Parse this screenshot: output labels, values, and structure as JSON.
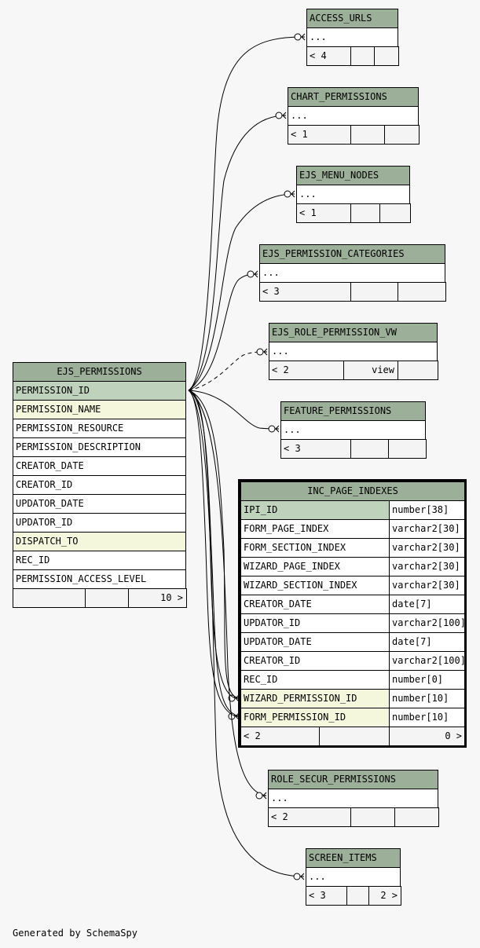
{
  "footer": "Generated by SchemaSpy",
  "tables": [
    {
      "id": "access-urls",
      "name": "ACCESS_URLS",
      "rows": [
        {
          "text": "...",
          "kind": "plain"
        }
      ],
      "footer": [
        "< 4",
        "",
        ""
      ]
    },
    {
      "id": "chart-permissions",
      "name": "CHART_PERMISSIONS",
      "rows": [
        {
          "text": "...",
          "kind": "plain"
        }
      ],
      "footer": [
        "< 1",
        "",
        ""
      ]
    },
    {
      "id": "ejs-menu-nodes",
      "name": "EJS_MENU_NODES",
      "rows": [
        {
          "text": "...",
          "kind": "plain"
        }
      ],
      "footer": [
        "< 1",
        "",
        ""
      ]
    },
    {
      "id": "ejs-permission-categories",
      "name": "EJS_PERMISSION_CATEGORIES",
      "rows": [
        {
          "text": "...",
          "kind": "plain"
        }
      ],
      "footer": [
        "< 3",
        "",
        ""
      ]
    },
    {
      "id": "ejs-role-permission-vw",
      "name": "EJS_ROLE_PERMISSION_VW",
      "rows": [
        {
          "text": "...",
          "kind": "plain"
        }
      ],
      "footer": [
        "< 2",
        "view",
        ""
      ]
    },
    {
      "id": "feature-permissions",
      "name": "FEATURE_PERMISSIONS",
      "rows": [
        {
          "text": "...",
          "kind": "plain"
        }
      ],
      "footer": [
        "< 3",
        "",
        ""
      ]
    },
    {
      "id": "ejs-permissions",
      "name": "EJS_PERMISSIONS",
      "rows": [
        {
          "text": "PERMISSION_ID",
          "kind": "pk"
        },
        {
          "text": "PERMISSION_NAME",
          "kind": "fk"
        },
        {
          "text": "PERMISSION_RESOURCE",
          "kind": "plain"
        },
        {
          "text": "PERMISSION_DESCRIPTION",
          "kind": "plain"
        },
        {
          "text": "CREATOR_DATE",
          "kind": "plain"
        },
        {
          "text": "CREATOR_ID",
          "kind": "plain"
        },
        {
          "text": "UPDATOR_DATE",
          "kind": "plain"
        },
        {
          "text": "UPDATOR_ID",
          "kind": "plain"
        },
        {
          "text": "DISPATCH_TO",
          "kind": "fk"
        },
        {
          "text": "REC_ID",
          "kind": "plain"
        },
        {
          "text": "PERMISSION_ACCESS_LEVEL",
          "kind": "plain"
        }
      ],
      "footer": [
        "",
        "",
        "10 >"
      ]
    },
    {
      "id": "inc-page-indexes",
      "name": "INC_PAGE_INDEXES",
      "focused": true,
      "rows": [
        {
          "text": "IPI_ID",
          "type": "number[38]",
          "kind": "pk"
        },
        {
          "text": "FORM_PAGE_INDEX",
          "type": "varchar2[30]",
          "kind": "plain"
        },
        {
          "text": "FORM_SECTION_INDEX",
          "type": "varchar2[30]",
          "kind": "plain"
        },
        {
          "text": "WIZARD_PAGE_INDEX",
          "type": "varchar2[30]",
          "kind": "plain"
        },
        {
          "text": "WIZARD_SECTION_INDEX",
          "type": "varchar2[30]",
          "kind": "plain"
        },
        {
          "text": "CREATOR_DATE",
          "type": "date[7]",
          "kind": "plain"
        },
        {
          "text": "UPDATOR_ID",
          "type": "varchar2[100]",
          "kind": "plain"
        },
        {
          "text": "UPDATOR_DATE",
          "type": "date[7]",
          "kind": "plain"
        },
        {
          "text": "CREATOR_ID",
          "type": "varchar2[100]",
          "kind": "plain"
        },
        {
          "text": "REC_ID",
          "type": "number[0]",
          "kind": "plain"
        },
        {
          "text": "WIZARD_PERMISSION_ID",
          "type": "number[10]",
          "kind": "fk"
        },
        {
          "text": "FORM_PERMISSION_ID",
          "type": "number[10]",
          "kind": "fk"
        }
      ],
      "footer": [
        "< 2",
        "",
        "0 >"
      ]
    },
    {
      "id": "role-secur-permissions",
      "name": "ROLE_SECUR_PERMISSIONS",
      "rows": [
        {
          "text": "...",
          "kind": "plain"
        }
      ],
      "footer": [
        "< 2",
        "",
        ""
      ]
    },
    {
      "id": "screen-items",
      "name": "SCREEN_ITEMS",
      "rows": [
        {
          "text": "...",
          "kind": "plain"
        }
      ],
      "footer": [
        "< 3",
        "",
        "2 >"
      ]
    }
  ]
}
